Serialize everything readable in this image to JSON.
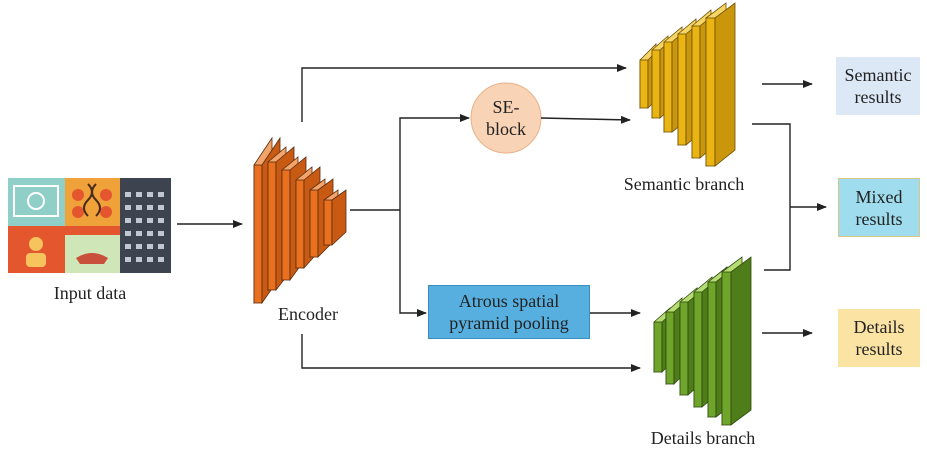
{
  "labels": {
    "input": "Input data",
    "encoder": "Encoder",
    "semantic_branch": "Semantic branch",
    "details_branch": "Details branch"
  },
  "se_block": {
    "line1": "SE-",
    "line2": "block"
  },
  "aspp": {
    "line1": "Atrous spatial",
    "line2": "pyramid pooling"
  },
  "outputs": {
    "semantic": {
      "line1": "Semantic",
      "line2": "results"
    },
    "mixed": {
      "line1": "Mixed",
      "line2": "results"
    },
    "details": {
      "line1": "Details",
      "line2": "results"
    }
  },
  "colors": {
    "encoder": "#e9701f",
    "semantic": "#eab412",
    "details": "#6ea52a",
    "se_block": "#f9d3b5",
    "aspp": "#57afe0",
    "out_semantic": "#dce8f6",
    "out_mixed": "#9edcee",
    "out_details": "#fbe3a3",
    "arrow": "#222222"
  },
  "icons": {
    "input_image": "infographic-collage-thumbnail"
  }
}
